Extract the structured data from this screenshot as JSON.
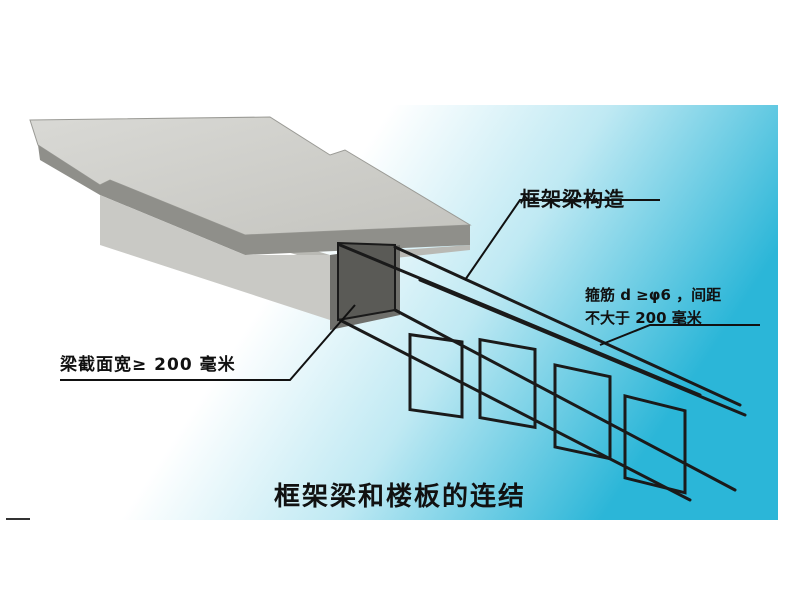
{
  "title": "框架梁和楼板的连结",
  "labels": {
    "beam_construction": "框架梁构造",
    "stirrup_line1": "箍筋 d ≥φ6 ，间距",
    "stirrup_line2": "不大于 200 毫米",
    "beam_width": "梁截面宽≥ 200 毫米"
  },
  "colors": {
    "background_left": "#ffffff",
    "background_right": "#2bb6d8",
    "concrete": "#cfcfcb",
    "concrete_shadow": "#8d8d89",
    "rebar": "#1a1a1a"
  }
}
